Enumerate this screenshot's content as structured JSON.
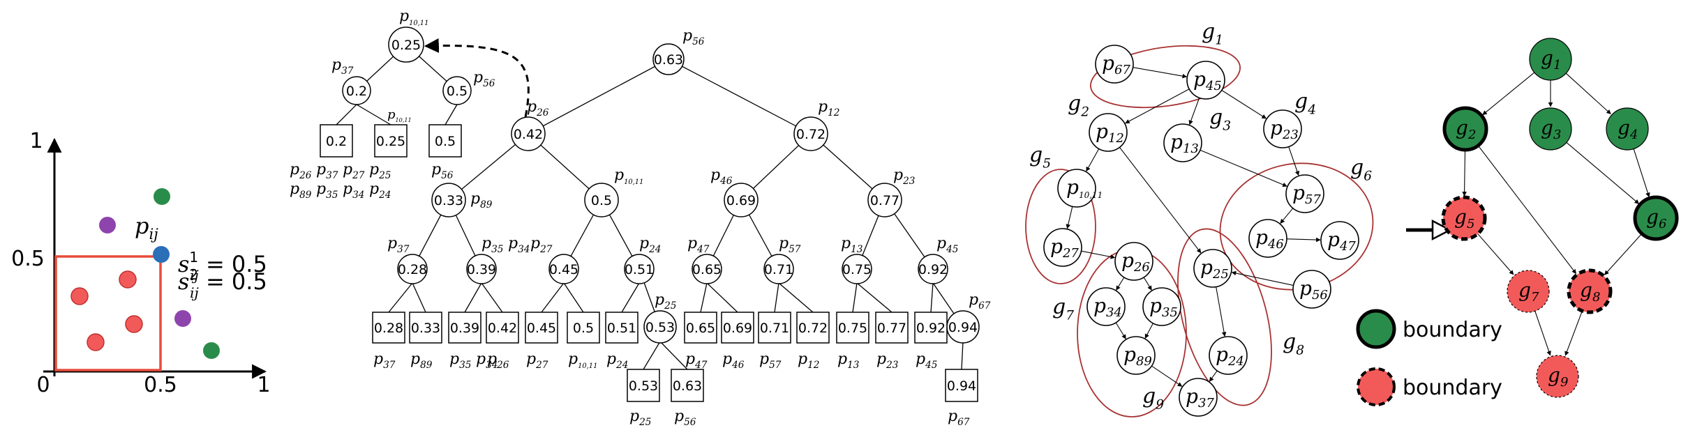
{
  "scatter": {
    "axis_one_y": "1",
    "axis_half_y": "0.5",
    "axis_zero": "0",
    "axis_half_x": "0.5",
    "axis_one_x": "1",
    "point_label": "p",
    "point_label_sub": "ij",
    "s1_base": "s",
    "s1_sup": "1",
    "s1_sub": "ij",
    "s1_value": " = 0.5",
    "s2_base": "s",
    "s2_sup": "2",
    "s2_sub": "ij",
    "s2_value": " = 0.5",
    "colors": {
      "red": "#f25a5a",
      "green": "#2a8c4a",
      "purple": "#8e44ad",
      "blue": "#2a6fb8",
      "box": "#e74c3c"
    }
  },
  "tree": {
    "root": {
      "value": "0.63",
      "name": "p",
      "sub": "56"
    },
    "top_left": {
      "value": "0.25",
      "name": "p",
      "sub": "10,11"
    },
    "top_left_l": {
      "value": "0.2",
      "name": "p",
      "sub": "37"
    },
    "top_left_r": {
      "value": "0.5",
      "name": "p",
      "sub": "56"
    },
    "top_leaf_a": {
      "value": "0.2",
      "lines": [
        "p26p37p27p25",
        "p89p35p34p24"
      ]
    },
    "top_leaf_b": {
      "value": "0.25",
      "name": "p",
      "sub": "10,11"
    },
    "top_leaf_c": {
      "value": "0.5",
      "name": "p",
      "sub": "56"
    },
    "n_l": {
      "value": "0.42",
      "name": "p",
      "sub": "26"
    },
    "n_r": {
      "value": "0.72",
      "name": "p",
      "sub": "12"
    },
    "n_ll": {
      "value": "0.33",
      "name": "p",
      "sub": "89"
    },
    "n_lr": {
      "value": "0.5",
      "name": "p",
      "sub": "10,11"
    },
    "n_rl": {
      "value": "0.69",
      "name": "p",
      "sub": "46"
    },
    "n_rr": {
      "value": "0.77",
      "name": "p",
      "sub": "23"
    },
    "level3": [
      {
        "value": "0.28",
        "name": "p",
        "sub": "37"
      },
      {
        "value": "0.39",
        "name": "p",
        "sub": "35",
        "name2": "p",
        "sub2": "34"
      },
      {
        "value": "0.45",
        "name": "p",
        "sub": "27"
      },
      {
        "value": "0.51",
        "name": "p",
        "sub": "24"
      },
      {
        "value": "0.65",
        "name": "p",
        "sub": "47"
      },
      {
        "value": "0.71",
        "name": "p",
        "sub": "57"
      },
      {
        "value": "0.75",
        "name": "p",
        "sub": "13"
      },
      {
        "value": "0.92",
        "name": "p",
        "sub": "45"
      }
    ],
    "leaves": [
      {
        "value": "0.28",
        "name": "p",
        "sub": "37"
      },
      {
        "value": "0.33",
        "name": "p",
        "sub": "89"
      },
      {
        "value": "0.39",
        "name": "p",
        "sub": "35",
        "name2": "p",
        "sub2": "34"
      },
      {
        "value": "0.42",
        "name": "p",
        "sub": "26"
      },
      {
        "value": "0.45",
        "name": "p",
        "sub": "27"
      },
      {
        "value": "0.5",
        "name": "p",
        "sub": "10,11"
      },
      {
        "value": "0.51",
        "name": "p",
        "sub": "24"
      },
      {
        "value": "0.65",
        "name": "p",
        "sub": "47"
      },
      {
        "value": "0.69",
        "name": "p",
        "sub": "46"
      },
      {
        "value": "0.71",
        "name": "p",
        "sub": "57"
      },
      {
        "value": "0.72",
        "name": "p",
        "sub": "12"
      },
      {
        "value": "0.75",
        "name": "p",
        "sub": "13"
      },
      {
        "value": "0.77",
        "name": "p",
        "sub": "23"
      },
      {
        "value": "0.92",
        "name": "p",
        "sub": "45"
      }
    ],
    "n_053": {
      "value": "0.53",
      "name": "p",
      "sub": "25"
    },
    "n_094": {
      "value": "0.94",
      "name": "p",
      "sub": "67"
    },
    "leaf_053": {
      "value": "0.53",
      "name": "p",
      "sub": "25"
    },
    "leaf_063": {
      "value": "0.63",
      "name": "p",
      "sub": "56"
    },
    "leaf_094": {
      "value": "0.94",
      "name": "p",
      "sub": "67"
    }
  },
  "groups": {
    "names": {
      "g1": "g",
      "g1s": "1",
      "g2": "g",
      "g2s": "2",
      "g3": "g",
      "g3s": "3",
      "g4": "g",
      "g4s": "4",
      "g5": "g",
      "g5s": "5",
      "g6": "g",
      "g6s": "6",
      "g7": "g",
      "g7s": "7",
      "g8": "g",
      "g8s": "8",
      "g9": "g",
      "g9s": "9"
    },
    "nodes": {
      "p67": "67",
      "p45": "45",
      "p12": "12",
      "p13": "13",
      "p23": "23",
      "p1011": "10,11",
      "p57": "57",
      "p27": "27",
      "p46": "46",
      "p47": "47",
      "p26": "26",
      "p25": "25",
      "p34": "34",
      "p35": "35",
      "p56": "56",
      "p89": "89",
      "p24": "24",
      "p37": "37"
    },
    "node_letter": "p",
    "ellipse_color": "#a83232"
  },
  "dag": {
    "nodes": [
      "1",
      "2",
      "3",
      "4",
      "5",
      "6",
      "7",
      "8",
      "9"
    ],
    "letter": "g",
    "legend_boundary_green": "boundary",
    "legend_boundary_red": "boundary",
    "colors": {
      "green": "#2a8c4a",
      "red": "#f25a5a"
    }
  }
}
